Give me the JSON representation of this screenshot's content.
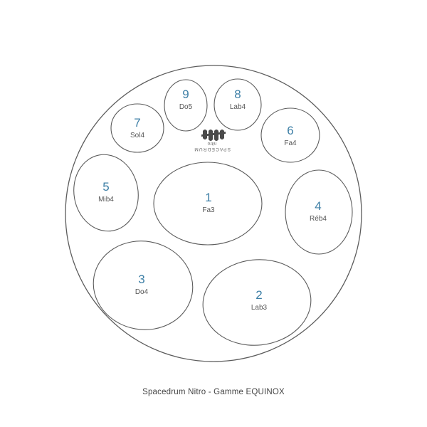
{
  "caption": "Spacedrum Nitro - Gamme EQUINOX",
  "logo": {
    "brand": "SPACEDRUM",
    "model": "nitro",
    "icon": "spacedrum-logo-icon"
  },
  "colors": {
    "number": "#3d7fa6",
    "note": "#555555",
    "outline": "#5c5c5c"
  },
  "pads": [
    {
      "id": "pad-1",
      "number": "1",
      "note": "Fa3"
    },
    {
      "id": "pad-2",
      "number": "2",
      "note": "Lab3"
    },
    {
      "id": "pad-3",
      "number": "3",
      "note": "Do4"
    },
    {
      "id": "pad-4",
      "number": "4",
      "note": "Réb4"
    },
    {
      "id": "pad-5",
      "number": "5",
      "note": "Mib4"
    },
    {
      "id": "pad-6",
      "number": "6",
      "note": "Fa4"
    },
    {
      "id": "pad-7",
      "number": "7",
      "note": "Sol4"
    },
    {
      "id": "pad-8",
      "number": "8",
      "note": "Lab4"
    },
    {
      "id": "pad-9",
      "number": "9",
      "note": "Do5"
    }
  ]
}
